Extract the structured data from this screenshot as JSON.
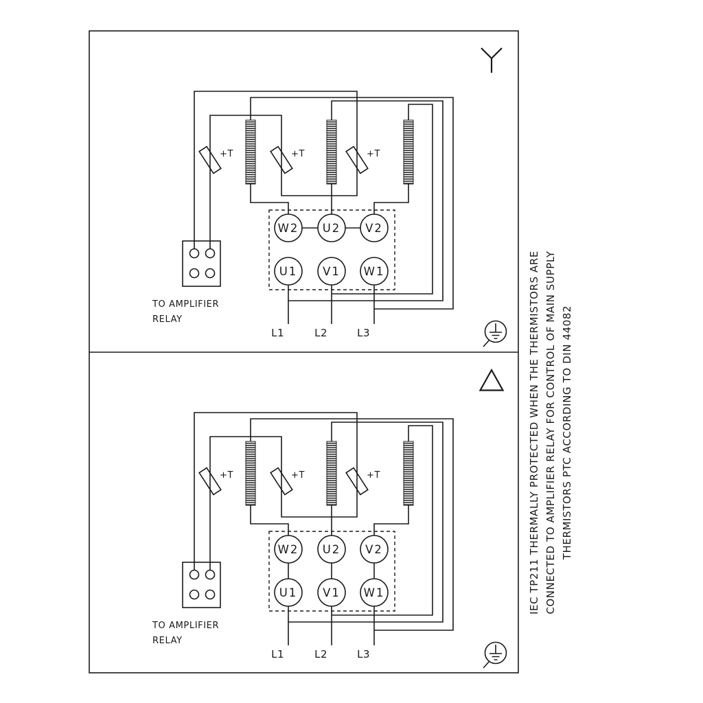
{
  "colors": {
    "ink": "#1a1a1a",
    "background": "#ffffff"
  },
  "note_column": {
    "line1": "IEC TP211 THERMALLY PROTECTED WHEN THE THERMISTORS ARE",
    "line2": "CONNECTED TO AMPLIFIER RELAY FOR CONTROL OF MAIN SUPPLY",
    "line3": "THERMISTORS PTC ACCORDING TO DIN 44082"
  },
  "star_panel": {
    "connection_symbol": "star",
    "terminals": {
      "top": [
        "W2",
        "U2",
        "V2"
      ],
      "bottom": [
        "U1",
        "V1",
        "W1"
      ]
    },
    "thermistor_labels": [
      "+T",
      "+T",
      "+T"
    ],
    "amplifier_note": {
      "line1": "TO AMPLIFIER",
      "line2": "RELAY"
    },
    "mains_labels": [
      "L1",
      "L2",
      "L3"
    ]
  },
  "delta_panel": {
    "connection_symbol": "delta",
    "terminals": {
      "top": [
        "W2",
        "U2",
        "V2"
      ],
      "bottom": [
        "U1",
        "V1",
        "W1"
      ]
    },
    "thermistor_labels": [
      "+T",
      "+T",
      "+T"
    ],
    "amplifier_note": {
      "line1": "TO AMPLIFIER",
      "line2": "RELAY"
    },
    "mains_labels": [
      "L1",
      "L2",
      "L3"
    ]
  }
}
